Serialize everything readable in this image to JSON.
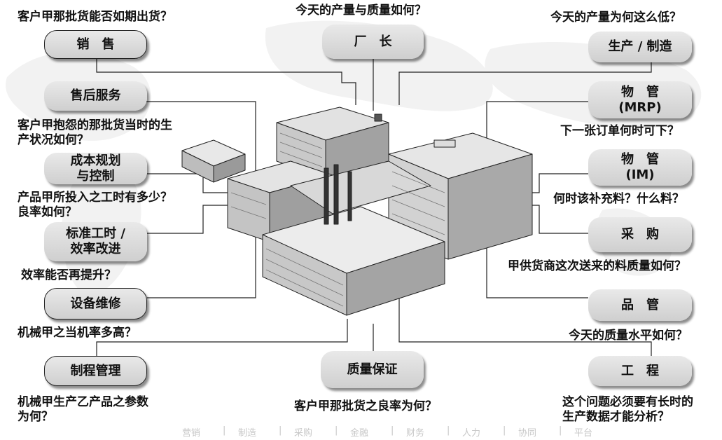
{
  "roles": {
    "sales": "销　售",
    "director": "厂　长",
    "production": "生产 / 制造",
    "after_sales": "售后服务",
    "mrp": "物　管\n(MRP)",
    "cost_control": "成本规划\n与控制",
    "im": "物　管\n(IM)",
    "standard_hours": "标准工时 /\n效率改进",
    "purchasing": "采　购",
    "maintenance": "设备维修",
    "quality_control": "品　管",
    "process_mgmt": "制程管理",
    "quality_assurance": "质量保证",
    "engineering": "工　程"
  },
  "questions": {
    "sales": "客户甲那批货能否如期出货？",
    "director": "今天的产量与质量如何？",
    "production": "今天的产量为何这么低？",
    "after_sales_1": "客户甲抱怨的那批货当时的生",
    "after_sales_2": "产状况如何？",
    "mrp": "下一张订单何时可下？",
    "cost_1": "产品甲所投入之工时有多少？",
    "cost_2": "良率如何？",
    "im": "何时该补充料？什么料？",
    "purchasing": "甲供货商这次送来的料质量如何？",
    "efficiency": "效率能否再提升？",
    "quality_control": "今天的质量水平如何？",
    "maintenance": "机械甲之当机率多高？",
    "process_1": "机械甲生产乙产品之参数",
    "process_2": "为何？",
    "quality_assurance": "客户甲那批货之良率为何？",
    "engineering_1": "这个问题必须要有长时的",
    "engineering_2": "生产数据才能分析？"
  },
  "footer": [
    "营销",
    "制造",
    "采购",
    "金融",
    "财务",
    "人力",
    "协同",
    "平台"
  ]
}
